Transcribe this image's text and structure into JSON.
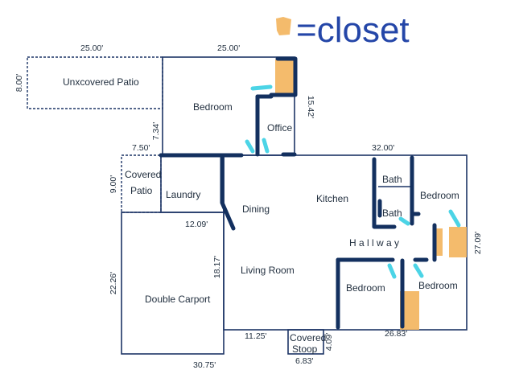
{
  "legend": {
    "label": "=closet",
    "swatch_color": "#f3b764"
  },
  "colors": {
    "wall": "#13305f",
    "outline": "#1d3566",
    "closet": "#f3b764",
    "door": "#4cd4e6",
    "legend_text": "#2446a8"
  },
  "rooms": {
    "uncovered_patio": "Unxcovered Patio",
    "bedroom_top": "Bedroom",
    "office": "Office",
    "covered_patio_1": "Covered",
    "covered_patio_2": "Patio",
    "laundry": "Laundry",
    "dining": "Dining",
    "kitchen": "Kitchen",
    "bath_1": "Bath",
    "bath_2": "Bath",
    "bedroom_right_top": "Bedroom",
    "hallway": "H a l l w a y",
    "living_room": "Living Room",
    "bedroom_bottom_mid": "Bedroom",
    "bedroom_bottom_right": "Bedroom",
    "double_carport": "Double Carport",
    "covered_stoop_1": "Covered",
    "covered_stoop_2": "Stoop"
  },
  "dimensions": {
    "patio_width": "25.00'",
    "bedroom_width": "25.00'",
    "patio_depth": "8.00'",
    "office_depth": "15.42'",
    "bedroom_side": "7.34'",
    "covered_patio_width": "7.50'",
    "house_right_width": "32.00'",
    "covered_patio_depth": "9.00'",
    "laundry_width": "12.09'",
    "right_side_depth": "27.09'",
    "carport_depth": "22.26'",
    "living_depth": "18.17'",
    "stoop_left": "11.25'",
    "stoop_depth": "4.09'",
    "bottom_right_width": "26.83'",
    "stoop_width": "6.83'",
    "carport_width": "30.75'"
  }
}
